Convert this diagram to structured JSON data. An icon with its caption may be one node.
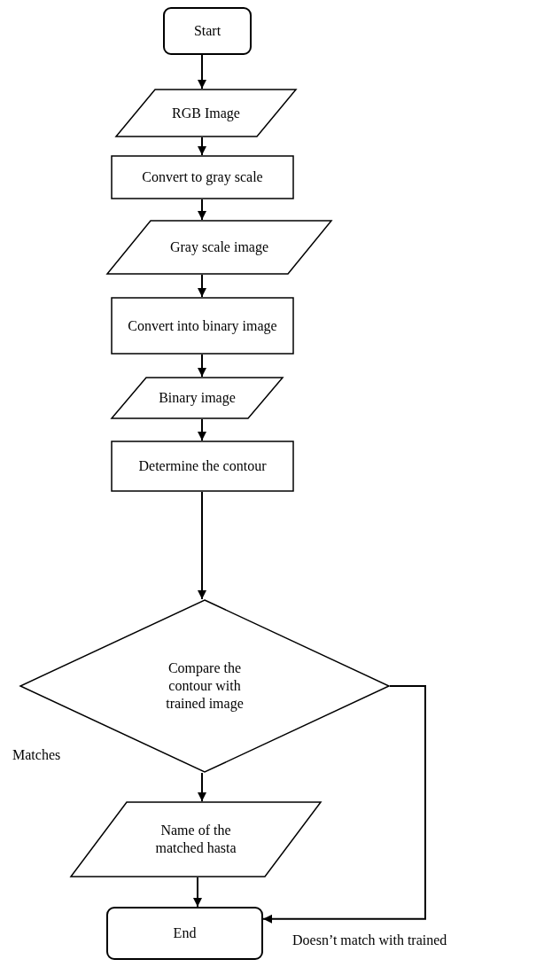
{
  "diagram": {
    "nodes": [
      {
        "text": [
          "Start"
        ]
      },
      {
        "text": [
          "RGB Image"
        ]
      },
      {
        "text": [
          "Convert to gray scale"
        ]
      },
      {
        "text": [
          "Gray scale image"
        ]
      },
      {
        "text": [
          "Convert into binary image"
        ]
      },
      {
        "text": [
          "Binary image"
        ]
      },
      {
        "text": [
          "Determine the contour"
        ]
      },
      {
        "text": [
          "Compare the contour with trained image"
        ]
      },
      {
        "text": [
          "Name of the matched hasta"
        ]
      },
      {
        "text": [
          "End"
        ]
      }
    ],
    "edges": [
      {
        "from": 0,
        "to": 1,
        "arrow": "to"
      },
      {
        "from": 1,
        "to": 2,
        "arrow": "to"
      },
      {
        "from": 2,
        "to": 3,
        "arrow": "to"
      },
      {
        "from": 3,
        "to": 4,
        "arrow": "to"
      },
      {
        "from": 4,
        "to": 5,
        "arrow": "to"
      },
      {
        "from": 5,
        "to": 6,
        "arrow": "to"
      },
      {
        "from": 6,
        "to": 7,
        "arrow": "to"
      },
      {
        "from": 7,
        "to": 8,
        "arrow": "to"
      },
      {
        "from": 8,
        "to": 9,
        "arrow": "to"
      },
      {
        "from": 7,
        "to": 9,
        "arrow": "to",
        "label": "Doesn’t match with trained"
      }
    ],
    "labels": [
      "Matches"
    ]
  }
}
